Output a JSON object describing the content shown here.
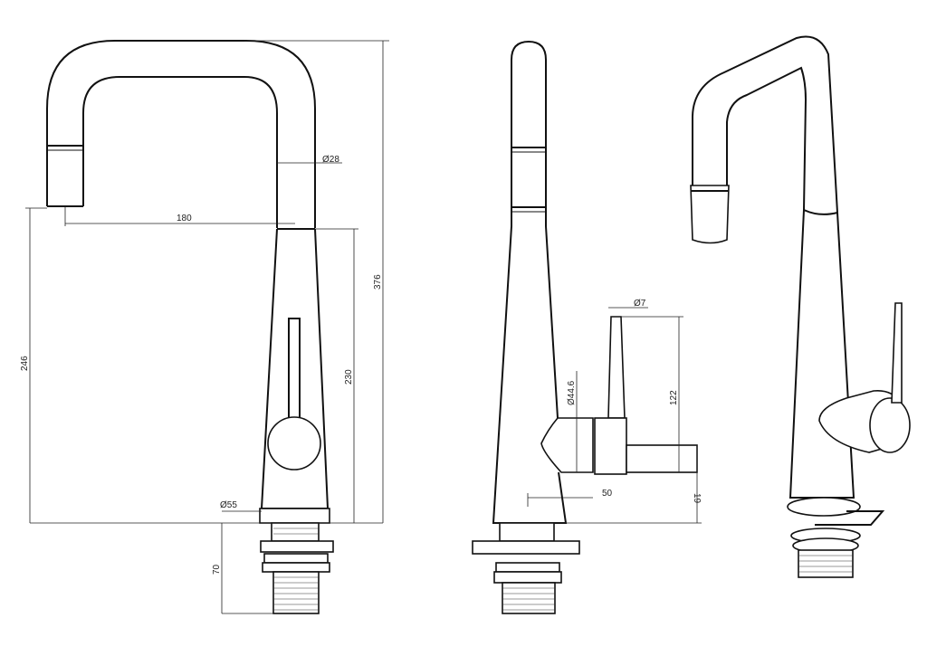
{
  "front_view": {
    "dim_spout_diameter": "Ø28",
    "dim_reach": "180",
    "dim_total_height": "376",
    "dim_spout_height": "246",
    "dim_body_height": "230",
    "dim_base_diameter": "Ø55",
    "dim_shank_length": "70"
  },
  "side_view": {
    "dim_lever_diameter": "Ø7",
    "dim_handle_diameter": "Ø44.6",
    "dim_lever_height": "122",
    "dim_handle_offset": "19",
    "dim_handle_projection": "50"
  }
}
